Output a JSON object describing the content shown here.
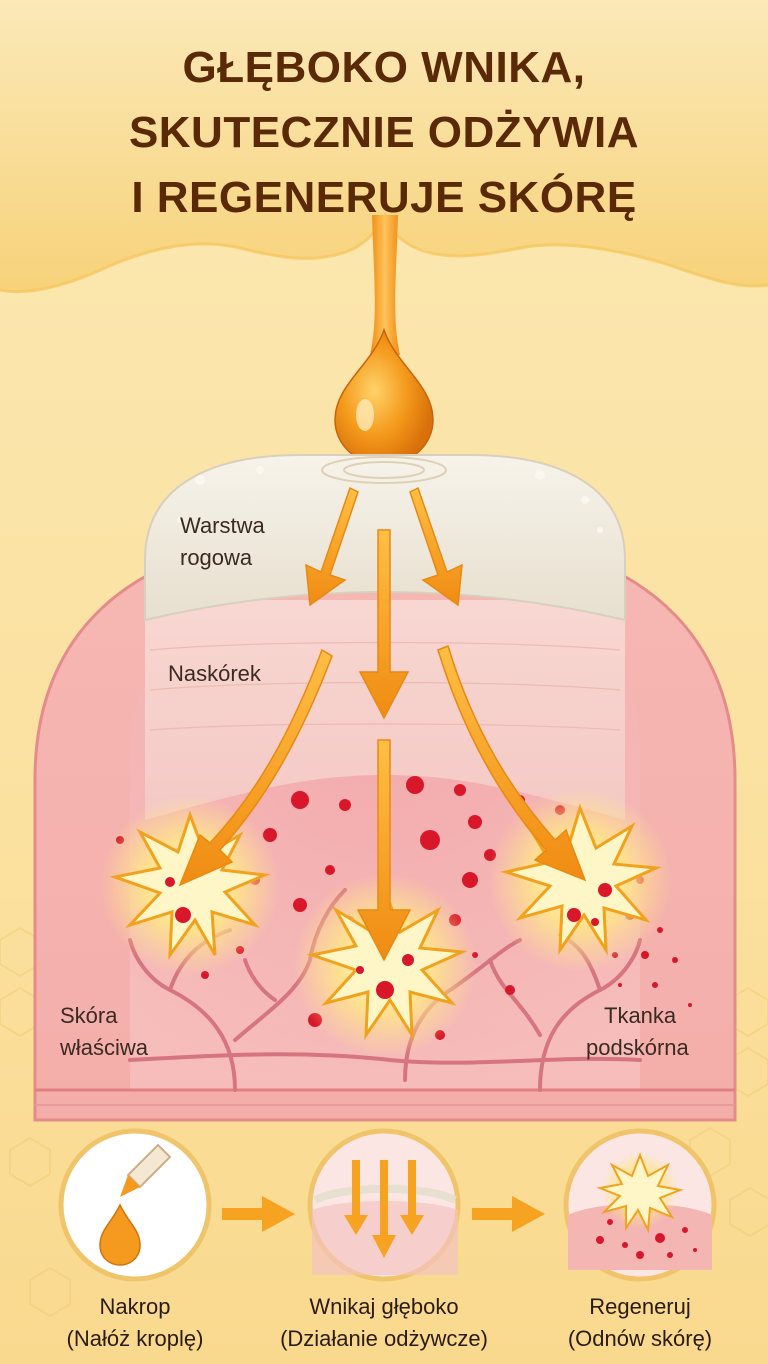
{
  "title": {
    "line1": "GŁĘBOKO WNIKA,",
    "line2": "SKUTECZNIE ODŻYWIA",
    "line3": "I REGENERUJE SKÓRĘ"
  },
  "layers": {
    "warstwa_rogowa_1": "Warstwa",
    "warstwa_rogowa_2": "rogowa",
    "naskorek": "Naskórek",
    "skora_wlasciwa_1": "Skóra",
    "skora_wlasciwa_2": "właściwa",
    "tkanka_podskorna_1": "Tkanka",
    "tkanka_podskorna_2": "podskórna"
  },
  "steps": [
    {
      "title": "Nakrop",
      "subtitle": "(Nałóż kroplę)"
    },
    {
      "title": "Wnikaj głęboko",
      "subtitle": "(Działanie odżywcze)"
    },
    {
      "title": "Regeneruj",
      "subtitle": "(Odnów skórę)"
    }
  ],
  "colors": {
    "background": "#fbe3a4",
    "title": "#5a2a08",
    "oil": "#f29a1f",
    "skin": "#f3b0ad",
    "particles": "#d8182a"
  }
}
